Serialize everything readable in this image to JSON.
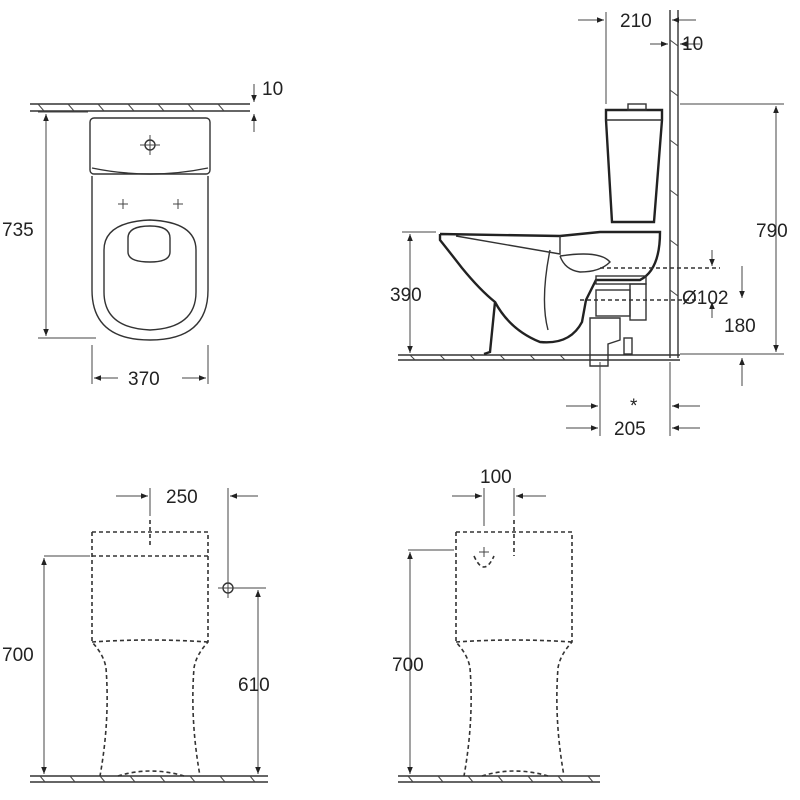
{
  "drawing": {
    "top_view": {
      "depth": "735",
      "width": "370",
      "wall_gap": "10"
    },
    "side_view": {
      "cistern_depth": "210",
      "wall_gap": "10",
      "total_height": "790",
      "seat_height": "390",
      "outlet_diameter": "Ø102",
      "outlet_height": "180",
      "outlet_offset": "205",
      "note_mark": "*"
    },
    "front_view": {
      "height": "700",
      "supply_offset": "250",
      "supply_height": "610"
    },
    "front_view_alt": {
      "height": "700",
      "supply_offset": "100"
    }
  }
}
